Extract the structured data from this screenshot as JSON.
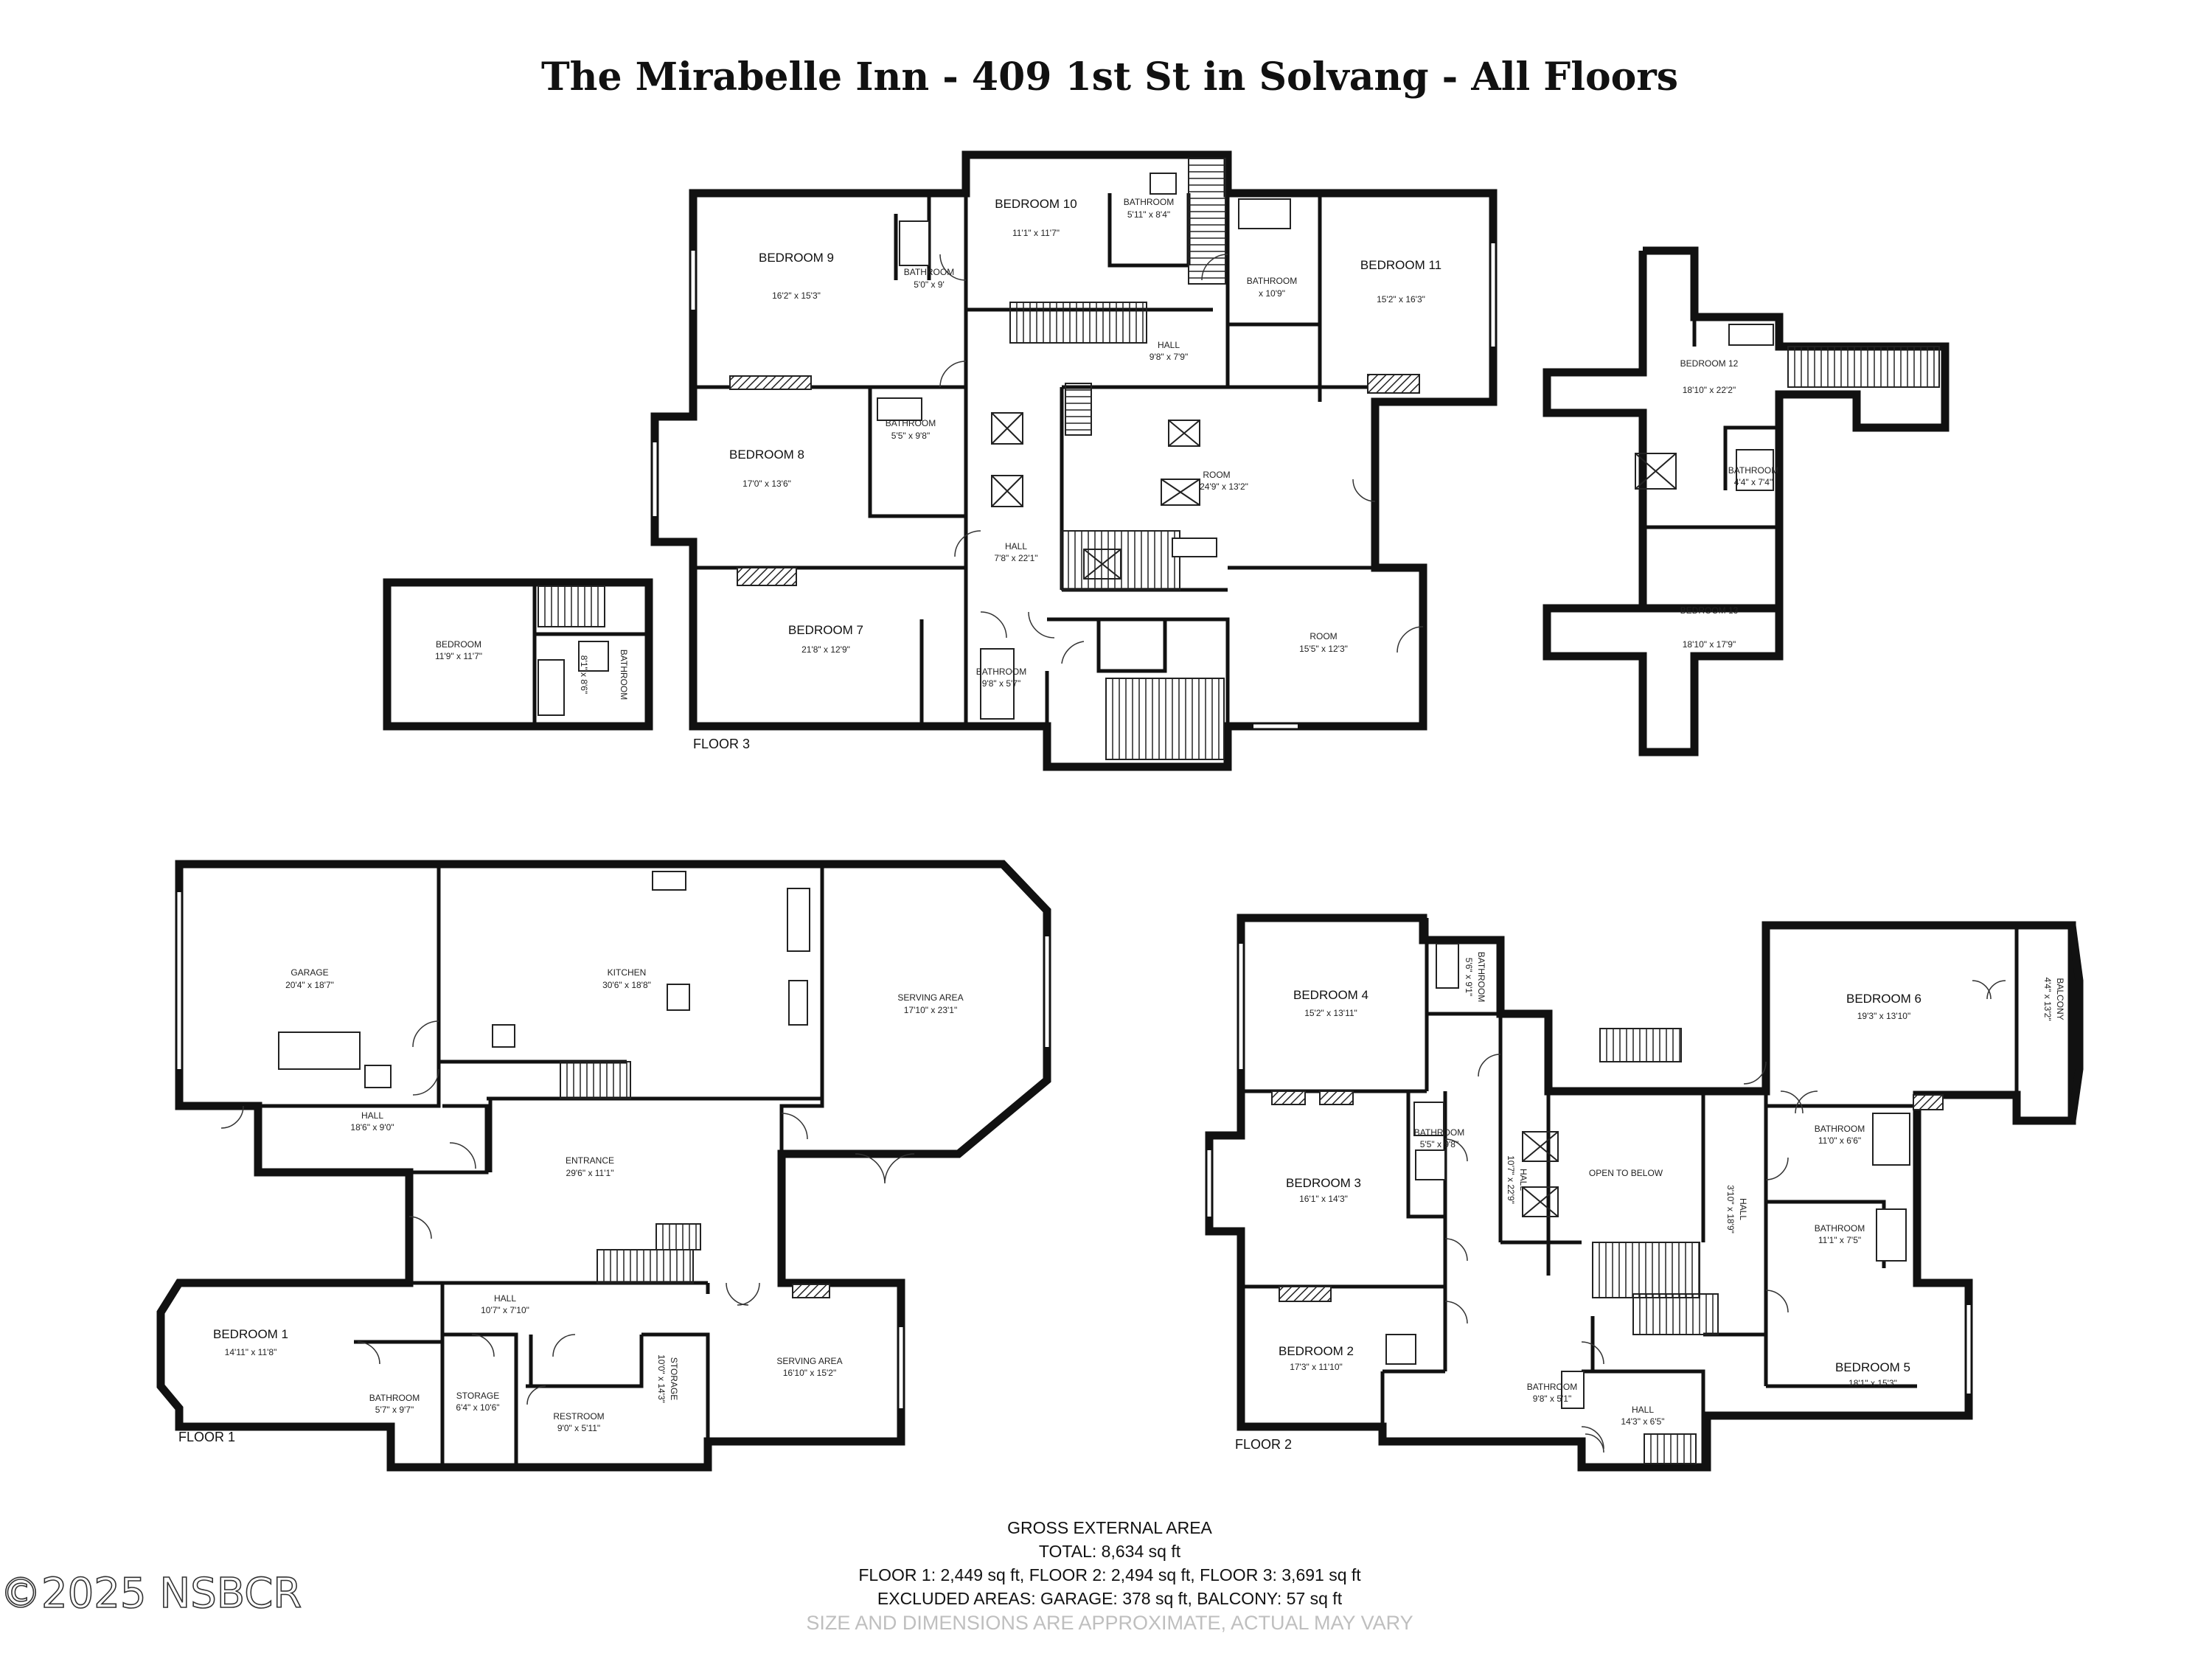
{
  "title": "The Mirabelle Inn - 409 1st St in Solvang - All Floors",
  "floors": {
    "floor3_label": "FLOOR 3",
    "floor1_label": "FLOOR 1",
    "floor2_label": "FLOOR 2"
  },
  "rooms": {
    "bedroom9": {
      "name": "BEDROOM 9",
      "dim": "16'2\" x 15'3\""
    },
    "bedroom10": {
      "name": "BEDROOM 10",
      "dim": "11'1\" x 11'7\""
    },
    "bath10": {
      "name": "BATHROOM",
      "dim": "5'11\" x 8'4\""
    },
    "bath9": {
      "name": "BATHROOM",
      "dim": "5'0\" x 9'"
    },
    "bath11": {
      "name": "BATHROOM",
      "dim": "x 10'9\""
    },
    "bedroom11": {
      "name": "BEDROOM 11",
      "dim": "15'2\" x 16'3\""
    },
    "hall3a": {
      "name": "HALL",
      "dim": "9'8\" x 7'9\""
    },
    "bath8": {
      "name": "BATHROOM",
      "dim": "5'5\" x 9'8\""
    },
    "bedroom8": {
      "name": "BEDROOM 8",
      "dim": "17'0\" x 13'6\""
    },
    "room3a": {
      "name": "ROOM",
      "dim": "24'9\" x 13'2\""
    },
    "hall3b": {
      "name": "HALL",
      "dim": "7'8\" x 22'1\""
    },
    "bedroom7": {
      "name": "BEDROOM 7",
      "dim": "21'8\" x 12'9\""
    },
    "bath7": {
      "name": "BATHROOM",
      "dim": "9'8\" x 5'7\""
    },
    "room3b": {
      "name": "ROOM",
      "dim": "15'5\" x 12'3\""
    },
    "bedroom_small": {
      "name": "BEDROOM",
      "dim": "11'9\" x 11'7\""
    },
    "bath_small": {
      "name": "BATHROOM",
      "dim": "8'1\" x 8'6\""
    },
    "bedroom12": {
      "name": "BEDROOM 12",
      "dim": "18'10\" x 22'2\""
    },
    "bath12": {
      "name": "BATHROOM",
      "dim": "4'4\" x 7'4\""
    },
    "bedroom13": {
      "name": "BEDROOM 13",
      "dim": "18'10\" x 17'9\""
    },
    "garage": {
      "name": "GARAGE",
      "dim": "20'4\" x 18'7\""
    },
    "kitchen": {
      "name": "KITCHEN",
      "dim": "30'6\" x 18'8\""
    },
    "serving1": {
      "name": "SERVING AREA",
      "dim": "17'10\" x 23'1\""
    },
    "hall1a": {
      "name": "HALL",
      "dim": "18'6\" x 9'0\""
    },
    "entrance": {
      "name": "ENTRANCE",
      "dim": "29'6\" x 11'1\""
    },
    "hall1b": {
      "name": "HALL",
      "dim": "10'7\" x 7'10\""
    },
    "bedroom1": {
      "name": "BEDROOM 1",
      "dim": "14'11\" x 11'8\""
    },
    "bath1": {
      "name": "BATHROOM",
      "dim": "5'7\" x 9'7\""
    },
    "storage1": {
      "name": "STORAGE",
      "dim": "6'4\" x 10'6\""
    },
    "restroom": {
      "name": "RESTROOM",
      "dim": "9'0\" x 5'11\""
    },
    "storage2": {
      "name": "STORAGE",
      "dim": "10'0\" x 14'3\""
    },
    "serving2": {
      "name": "SERVING AREA",
      "dim": "16'10\" x 15'2\""
    },
    "bedroom4": {
      "name": "BEDROOM 4",
      "dim": "15'2\" x 13'11\""
    },
    "bath4": {
      "name": "BATHROOM",
      "dim": "5'6\" x 9'1\""
    },
    "bedroom6": {
      "name": "BEDROOM 6",
      "dim": "19'3\" x 13'10\""
    },
    "balcony": {
      "name": "BALCONY",
      "dim": "4'4\" x 13'2\""
    },
    "bath3": {
      "name": "BATHROOM",
      "dim": "5'5\" x 9'8\""
    },
    "bedroom3": {
      "name": "BEDROOM 3",
      "dim": "16'1\" x 14'3\""
    },
    "hall2a": {
      "name": "HALL",
      "dim": "10'7\" x 22'9\""
    },
    "open_below": {
      "name": "OPEN TO BELOW",
      "dim": ""
    },
    "hall2b": {
      "name": "HALL",
      "dim": "3'10\" x 18'9\""
    },
    "bath6": {
      "name": "BATHROOM",
      "dim": "11'0\" x 6'6\""
    },
    "bath5": {
      "name": "BATHROOM",
      "dim": "11'1\" x 7'5\""
    },
    "bedroom2": {
      "name": "BEDROOM 2",
      "dim": "17'3\" x 11'10\""
    },
    "bath2": {
      "name": "BATHROOM",
      "dim": "9'8\" x 5'1\""
    },
    "hall2c": {
      "name": "HALL",
      "dim": "14'3\" x 6'5\""
    },
    "bedroom5": {
      "name": "BEDROOM 5",
      "dim": "18'1\" x 15'3\""
    }
  },
  "area": {
    "heading": "GROSS EXTERNAL AREA",
    "total": "TOTAL: 8,634 sq ft",
    "floors": "FLOOR 1: 2,449 sq ft, FLOOR 2: 2,494 sq ft, FLOOR 3: 3,691 sq ft",
    "excluded": "EXCLUDED AREAS: GARAGE: 378 sq ft, BALCONY: 57 sq ft",
    "disclaimer": "SIZE AND DIMENSIONS ARE APPROXIMATE, ACTUAL MAY VARY"
  },
  "watermark": "©2025 NSBCR"
}
